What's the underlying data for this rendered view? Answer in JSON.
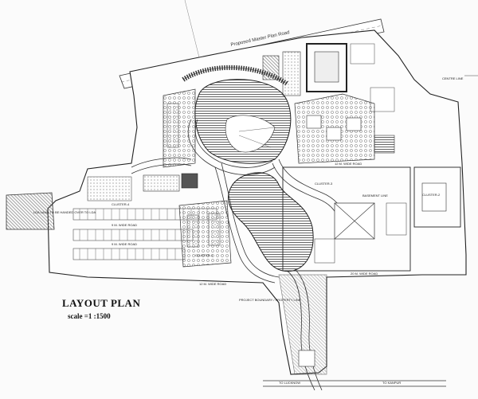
{
  "drawing": {
    "title": "LAYOUT PLAN",
    "scale": "scale =1 :1500"
  },
  "roads": {
    "master_plan_road": "Proposed Master Plan Road",
    "road_20m": "20 M. WIDE ROAD",
    "road_12m": "12 M. WIDE ROAD",
    "road_9m": "9 M. WIDE ROAD",
    "to_lucknow": "TO LUCKNOW",
    "to_kanpur": "TO KANPUR",
    "centre_line": "CENTRE LINE"
  },
  "labels": {
    "project_boundary": "PROJECT BOUNDARY / PROPERTY LINE",
    "basement_line": "BASEMENT LINE",
    "cluster_1": "CLUSTER-1",
    "cluster_2": "CLUSTER-2",
    "cluster_3": "CLUSTER-3",
    "cluster_4": "CLUSTER-4",
    "land_note": "LDA LAND TO BE HANDED OVER TO LDA"
  }
}
